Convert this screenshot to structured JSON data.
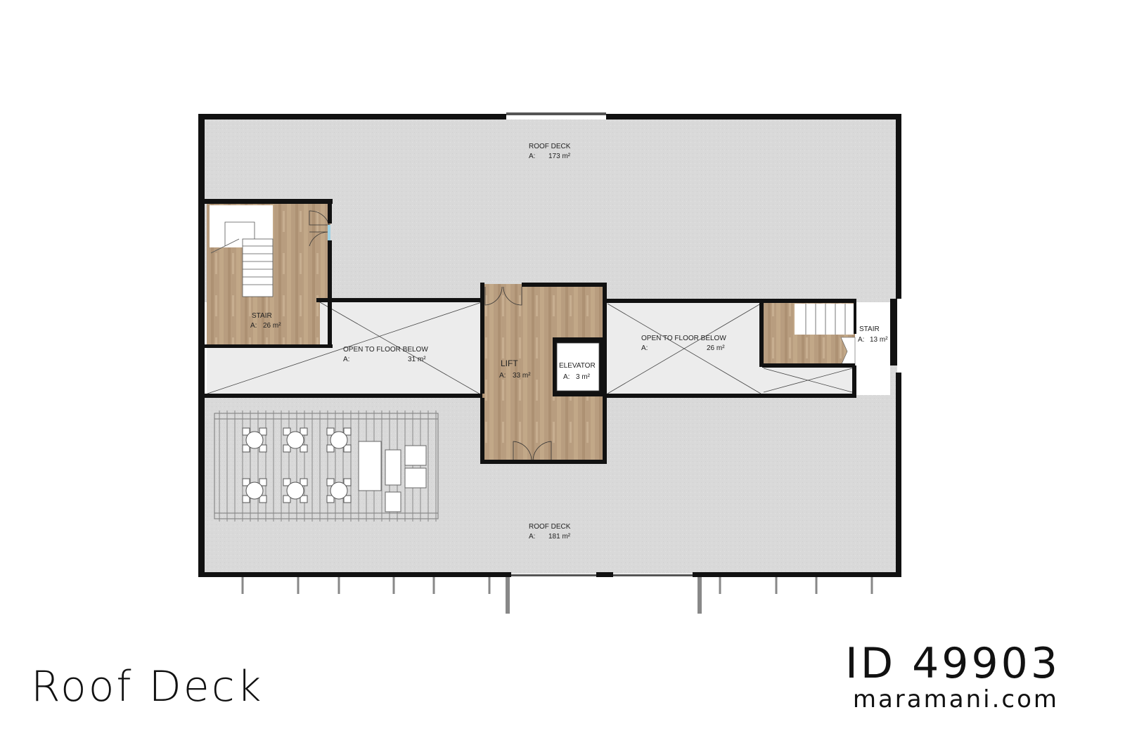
{
  "title": "Roof Deck",
  "plan_id": "ID 49903",
  "website": "maramani.com",
  "colors": {
    "deck": "#d8d8d8",
    "wood": "#b89d7f",
    "open": "#ececec",
    "wall": "#111111"
  },
  "rooms": [
    {
      "name": "ROOF DECK",
      "area_prefix": "A:",
      "area": "173 m²"
    },
    {
      "name": "STAIR",
      "area_prefix": "A:",
      "area": "26 m²"
    },
    {
      "name": "OPEN TO FLOOR BELOW",
      "area_prefix": "A:",
      "area": "31 m²"
    },
    {
      "name": "LIFT",
      "area_prefix": "A:",
      "area": "33 m²"
    },
    {
      "name": "ELEVATOR",
      "area_prefix": "A:",
      "area": "3 m²"
    },
    {
      "name": "OPEN TO FLOOR BELOW",
      "area_prefix": "A:",
      "area": "26 m²"
    },
    {
      "name": "STAIR",
      "area_prefix": "A:",
      "area": "13 m²"
    },
    {
      "name": "ROOF DECK",
      "area_prefix": "A:",
      "area": "181 m²"
    }
  ]
}
